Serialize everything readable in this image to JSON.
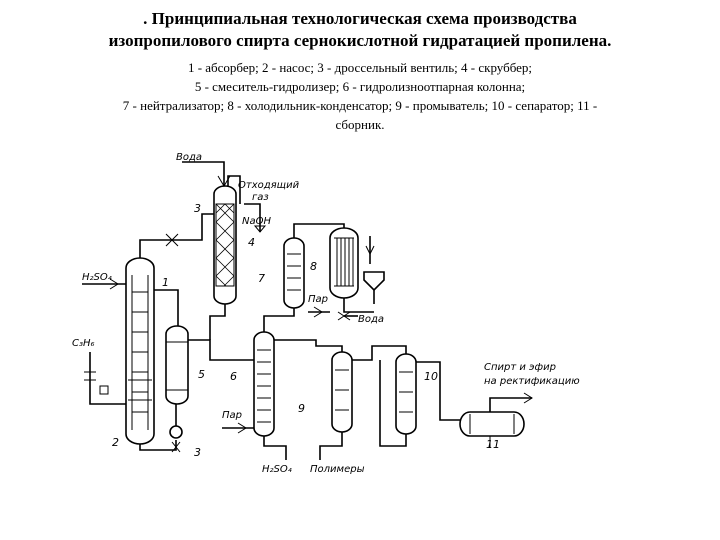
{
  "title": {
    "line1": ". Принципиальная технологическая схема производства",
    "line2": "изопропилового спирта сернокислотной гидратацией пропилена."
  },
  "legend": {
    "line1": "1 - абсорбер; 2 - насос; 3 - дроссельный вентиль; 4 - скруббер;",
    "line2": "5 - смеситель-гидролизер; 6 - гидролизноотпарная колонна;",
    "line3": "7 - нейтрализатор; 8 - холодильник-конденсатор; 9 - промыватель; 10 - сепаратор; 11 -",
    "line4": "сборник."
  },
  "diagram": {
    "labels": {
      "water_top": "Вода",
      "offgas": "Отходящий\nгаз",
      "naoh": "NaOH",
      "h2so4_in": "H₂SO₄",
      "c3h6": "C₃H₆",
      "steam_1": "Пар",
      "steam_2": "Пар",
      "water_mid": "Вода",
      "h2so4_out": "H₂SO₄",
      "polymers": "Полимеры",
      "product": "Спирт и эфир\nна ректификацию"
    },
    "numbers": {
      "n1": "1",
      "n2": "2",
      "n3a": "3",
      "n3b": "3",
      "n4": "4",
      "n5": "5",
      "n6": "6",
      "n7": "7",
      "n8": "8",
      "n9": "9",
      "n10": "10",
      "n11": "11"
    }
  }
}
